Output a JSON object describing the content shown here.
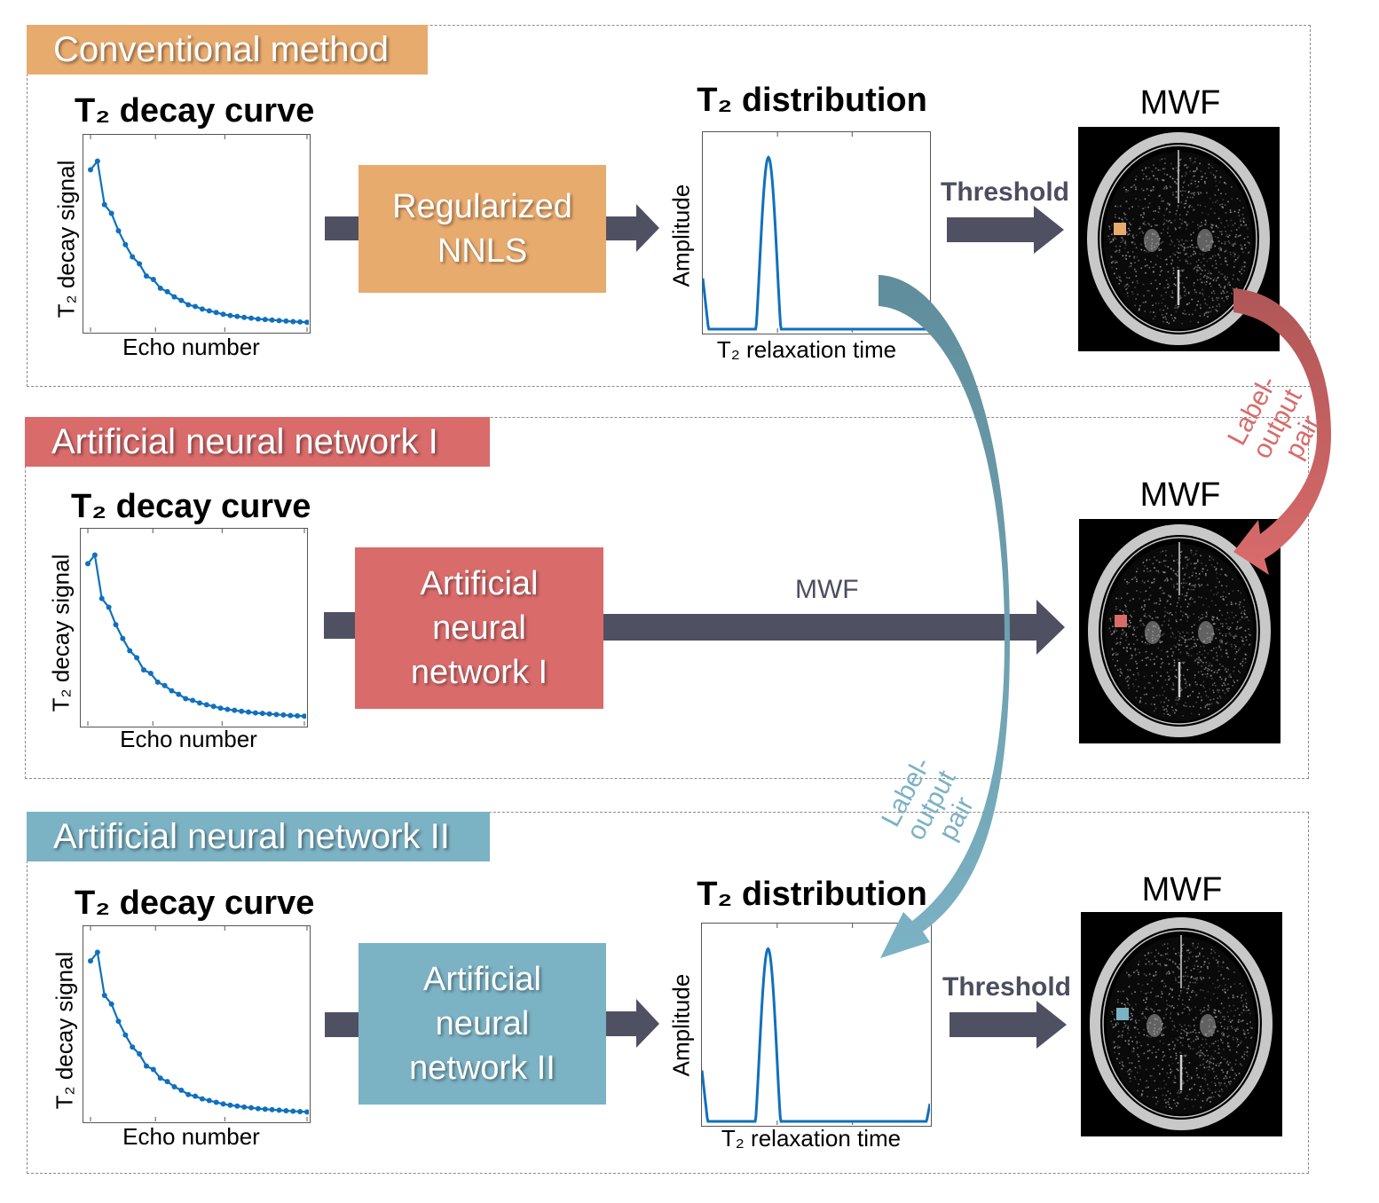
{
  "colors": {
    "conventional": "#e8ab6e",
    "ann1": "#d96b6b",
    "ann2": "#7bb2c4",
    "arrow": "#4f5162",
    "curve": "#1070bd",
    "arrow_red_dark": "#b05656",
    "arrow_blue_dark": "#5f8d9c"
  },
  "panels": [
    {
      "id": "conventional",
      "banner": "Conventional method",
      "decay_title": "T₂ decay curve",
      "decay_ylabel": "T₂ decay signal",
      "decay_xlabel": "Echo number",
      "process": [
        "Regularized",
        "NNLS"
      ],
      "dist_title": "T₂ distribution",
      "dist_ylabel": "Amplitude",
      "dist_xlabel": "T₂ relaxation time",
      "threshold_label": "Threshold",
      "mwf_title": "MWF"
    },
    {
      "id": "ann1",
      "banner": "Artificial neural network I",
      "decay_title": "T₂ decay curve",
      "decay_ylabel": "T₂ decay signal",
      "decay_xlabel": "Echo number",
      "process": [
        "Artificial",
        "neural",
        "network I"
      ],
      "output_arrow_label": "MWF",
      "mwf_title": "MWF"
    },
    {
      "id": "ann2",
      "banner": "Artificial neural network II",
      "decay_title": "T₂ decay curve",
      "decay_ylabel": "T₂ decay signal",
      "decay_xlabel": "Echo number",
      "process": [
        "Artificial",
        "neural",
        "network II"
      ],
      "dist_title": "T₂ distribution",
      "dist_ylabel": "Amplitude",
      "dist_xlabel": "T₂ relaxation time",
      "threshold_label": "Threshold",
      "mwf_title": "MWF"
    }
  ],
  "connectors": {
    "red_pair_label": [
      "Label-output",
      "pair"
    ],
    "blue_pair_label": [
      "Label-output",
      "pair"
    ]
  },
  "chart_data": [
    {
      "type": "line",
      "title": "T₂ decay curve",
      "xlabel": "Echo number",
      "ylabel": "T₂ decay signal",
      "markers": true,
      "x": [
        1,
        2,
        3,
        4,
        5,
        6,
        7,
        8,
        9,
        10,
        11,
        12,
        13,
        14,
        15,
        16,
        17,
        18,
        19,
        20,
        21,
        22,
        23,
        24,
        25,
        26,
        27,
        28,
        29,
        30,
        31,
        32
      ],
      "values": [
        0.9,
        0.95,
        0.7,
        0.65,
        0.55,
        0.47,
        0.4,
        0.36,
        0.29,
        0.27,
        0.22,
        0.2,
        0.17,
        0.15,
        0.125,
        0.115,
        0.1,
        0.09,
        0.08,
        0.07,
        0.063,
        0.058,
        0.052,
        0.048,
        0.043,
        0.04,
        0.037,
        0.034,
        0.031,
        0.028,
        0.026,
        0.024
      ],
      "ylim": [
        0,
        1.05
      ],
      "ticks_labeled": false
    },
    {
      "type": "line",
      "title": "T₂ distribution",
      "xlabel": "T₂ relaxation time",
      "ylabel": "Amplitude",
      "series": [
        {
          "name": "conventional",
          "peaks": [
            {
              "center": 0.29,
              "width": 0.055,
              "height": 0.88
            }
          ],
          "left_edge": 0.26,
          "right_edge": 0
        }
      ],
      "xlim": [
        0,
        1
      ],
      "ylim": [
        0,
        1
      ],
      "ticks_labeled": false
    },
    {
      "type": "line",
      "title": "T₂ distribution",
      "xlabel": "T₂ relaxation time",
      "ylabel": "Amplitude",
      "series": [
        {
          "name": "ann2",
          "peaks": [
            {
              "center": 0.29,
              "width": 0.055,
              "height": 0.88
            }
          ],
          "left_edge": 0.26,
          "right_edge": 0.09
        }
      ],
      "xlim": [
        0,
        1
      ],
      "ylim": [
        0,
        1
      ],
      "ticks_labeled": false
    }
  ]
}
